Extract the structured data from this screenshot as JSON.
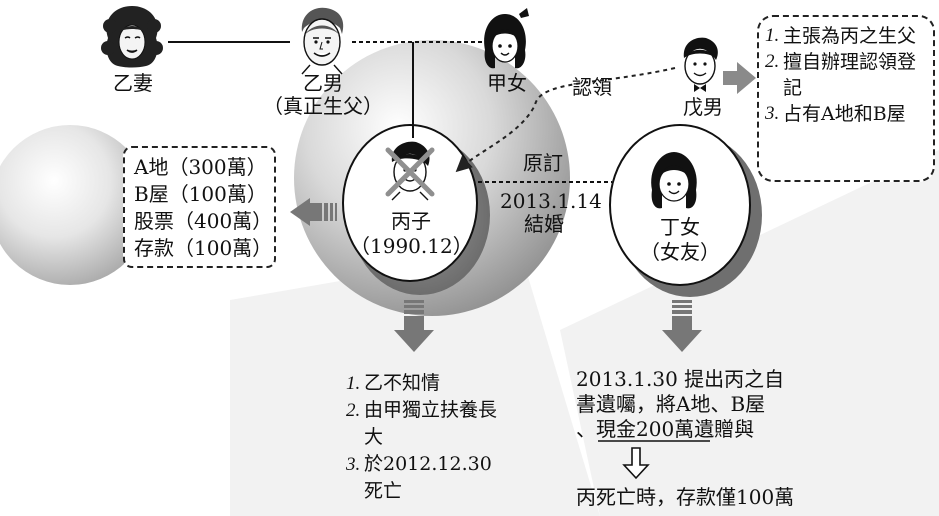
{
  "people": {
    "yi_wife": "乙妻",
    "yi_man": "乙男",
    "yi_man_note": "（真正生父）",
    "jia_woman": "甲女",
    "wu_man": "戊男",
    "bing_name": "丙子",
    "bing_birth": "（1990.12）",
    "ding_name": "丁女",
    "ding_note": "（女友）"
  },
  "relations": {
    "recognize": "認領",
    "engaged": "原訂",
    "wedding_date": "2013.1.14",
    "wedding_word": "結婚"
  },
  "assets": [
    "A地（300萬）",
    "B屋（100萬）",
    "股票（400萬）",
    "存款（100萬）"
  ],
  "claims": [
    {
      "num": "1.",
      "text": "主張為丙之生父"
    },
    {
      "num": "2.",
      "text": "擅自辦理認領登記"
    },
    {
      "num": "3.",
      "text": "占有A地和B屋"
    }
  ],
  "bing_facts": [
    {
      "num": "1.",
      "text": "乙不知情"
    },
    {
      "num": "2.",
      "text": "由甲獨立扶養長大"
    },
    {
      "num": "3.",
      "text": "於2012.12.30死亡"
    }
  ],
  "will": {
    "line1": "2013.1.30 提出丙之自",
    "line2": "書遺囑，將A地、B屋",
    "line3_a": "、",
    "line3_b": "現金200萬",
    "line3_c": "遺贈與",
    "result": "丙死亡時，存款僅100萬"
  }
}
